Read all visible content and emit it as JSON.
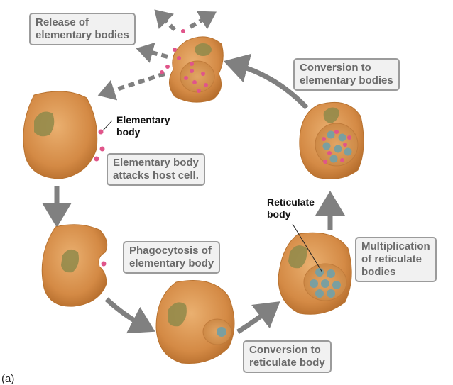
{
  "steps": {
    "release": {
      "line1": "Release of",
      "line2": "elementary bodies"
    },
    "conversion_eb": {
      "line1": "Conversion to",
      "line2": "elementary bodies"
    },
    "attacks": {
      "line1": "Elementary body",
      "line2": "attacks host cell."
    },
    "phagocytosis": {
      "line1": "Phagocytosis of",
      "line2": "elementary body"
    },
    "multiplication": {
      "line1": "Multiplication",
      "line2": "of reticulate",
      "line3": "bodies"
    },
    "conversion_rb": {
      "line1": "Conversion to",
      "line2": "reticulate body"
    }
  },
  "labels": {
    "elementary_body": {
      "line1": "Elementary",
      "line2": "body"
    },
    "reticulate_body": {
      "line1": "Reticulate",
      "line2": "body"
    }
  },
  "part_label": "(a)",
  "colors": {
    "cell_fill": "#d9914f",
    "cell_edge": "#b8722f",
    "nucleus": "#8f8a4a",
    "elementary_body": "#e0558a",
    "reticulate_body": "#7a9fa0",
    "arrow": "#808080",
    "box_border": "#9b9b9b",
    "box_fill": "#f1f1f1"
  }
}
